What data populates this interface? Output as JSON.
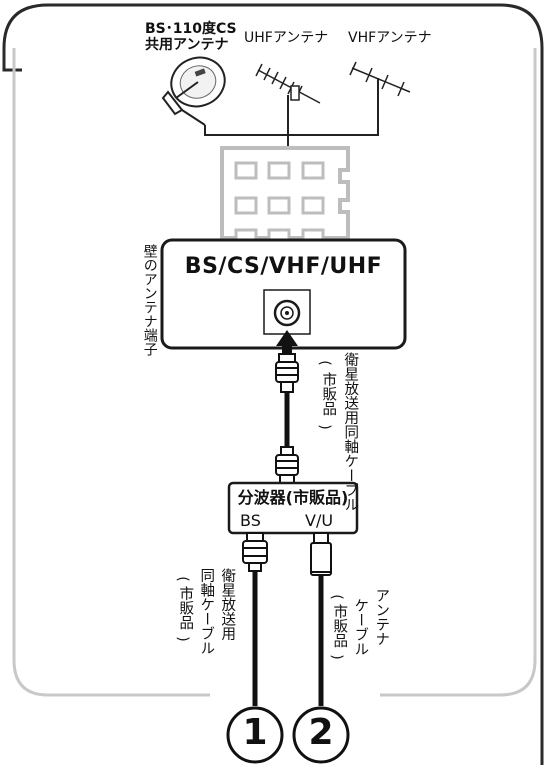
{
  "antennas": {
    "bs_cs_line1": "BS･110度CS",
    "bs_cs_line2": "共用アンテナ",
    "uhf": "UHFアンテナ",
    "vhf": "VHFアンテナ"
  },
  "wall": {
    "side_label": "壁のアンテナ端子",
    "terminal_label": "BS/CS/VHF/UHF"
  },
  "splitter": {
    "title": "分波器(市販品)",
    "port_bs": "BS",
    "port_vu": "V/U"
  },
  "cables": {
    "upper_main": "衛星放送用同軸ケーブル",
    "upper_note": "市販品",
    "left_main_1": "衛星放送用",
    "left_main_2": "同軸ケーブル",
    "left_note": "市販品",
    "right_main_1": "アンテナ",
    "right_main_2": "ケーブル",
    "right_note": "市販品"
  },
  "markers": {
    "one": "1",
    "two": "2"
  },
  "colors": {
    "frame": "#2a2a2a",
    "panel_border": "#c8c8c8",
    "building": "#bdbdbd",
    "cable": "#1a1a1a"
  }
}
